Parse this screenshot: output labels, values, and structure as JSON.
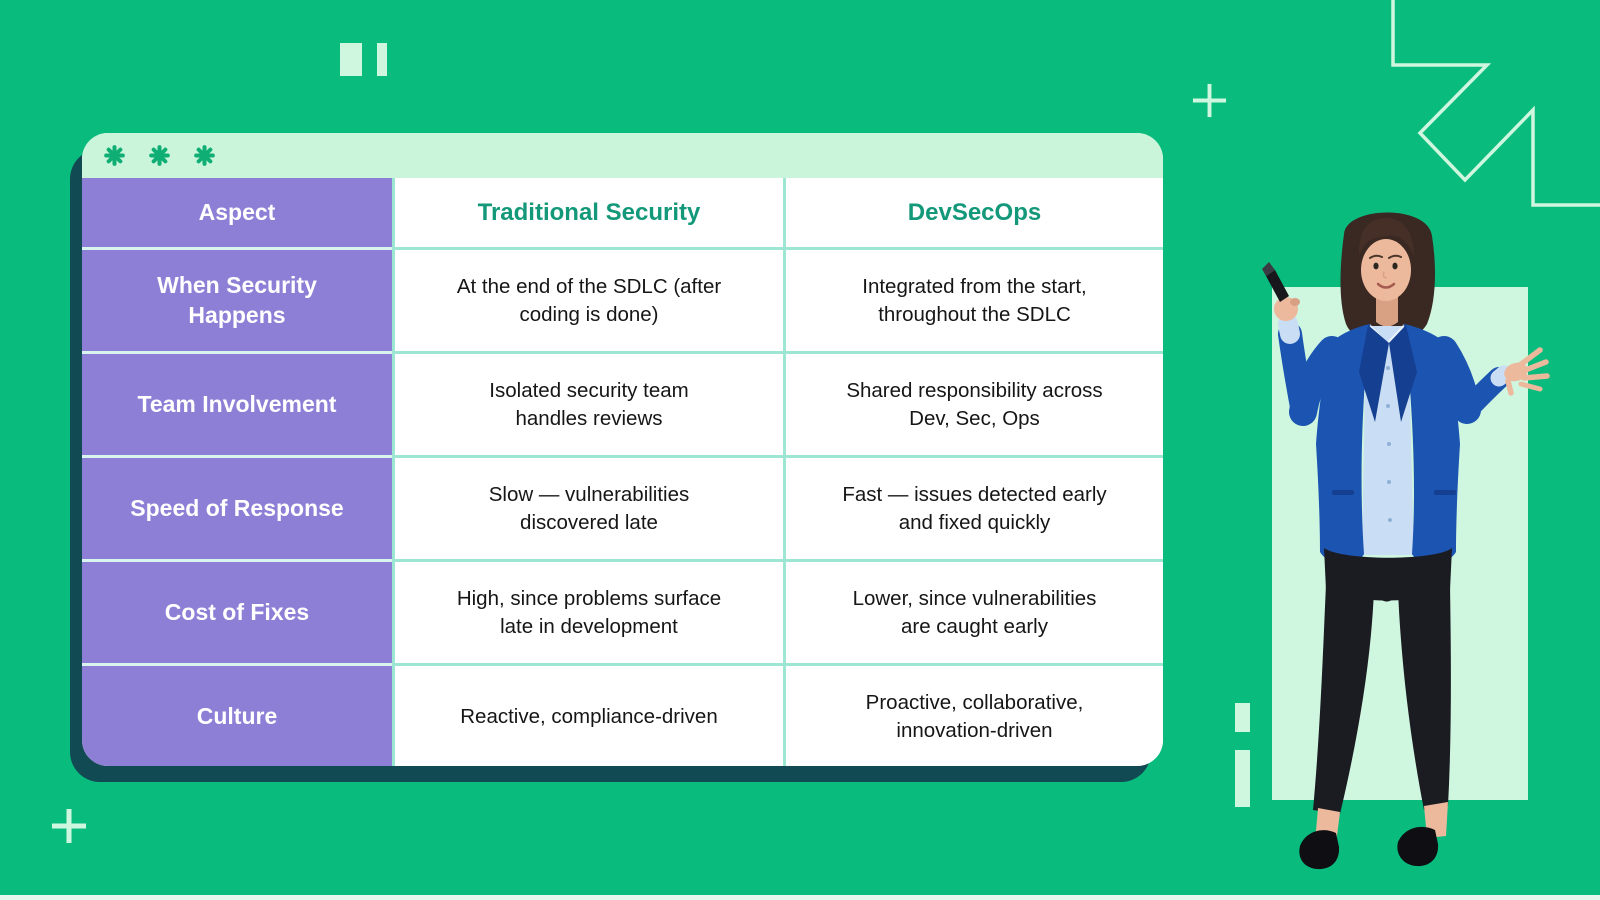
{
  "colors": {
    "background": "#09BC7E",
    "card_header_strip": "#CBF5DB",
    "aspect_column": "#8E7FD6",
    "header_text": "#139879",
    "body_text": "#161616",
    "divider": "#9EE6D4",
    "card_shadow": "#114A53",
    "decoration": "#CFF6DF",
    "asterisk": "#0FAE74",
    "blazer_blue": "#1C54B2"
  },
  "card": {
    "header_decoration_icons": [
      "asterisk",
      "asterisk",
      "asterisk"
    ]
  },
  "table": {
    "headers": [
      "Aspect",
      "Traditional Security",
      "DevSecOps"
    ],
    "rows": [
      {
        "aspect": "When Security\nHappens",
        "traditional": "At the end of the SDLC (after\ncoding is done)",
        "devsecops": "Integrated from the start,\nthroughout the SDLC"
      },
      {
        "aspect": "Team Involvement",
        "traditional": "Isolated security team\nhandles reviews",
        "devsecops": "Shared responsibility across\nDev, Sec, Ops"
      },
      {
        "aspect": "Speed of Response",
        "traditional": "Slow — vulnerabilities\ndiscovered late",
        "devsecops": "Fast — issues detected early\nand fixed quickly"
      },
      {
        "aspect": "Cost of Fixes",
        "traditional": "High, since problems surface\nlate in development",
        "devsecops": "Lower, since vulnerabilities\nare caught early"
      },
      {
        "aspect": "Culture",
        "traditional": "Reactive, compliance-driven",
        "devsecops": "Proactive, collaborative,\ninnovation-driven"
      }
    ]
  },
  "figure": {
    "description": "Businesswoman in a blue blazer holding a marker and gesturing toward the comparison table"
  }
}
